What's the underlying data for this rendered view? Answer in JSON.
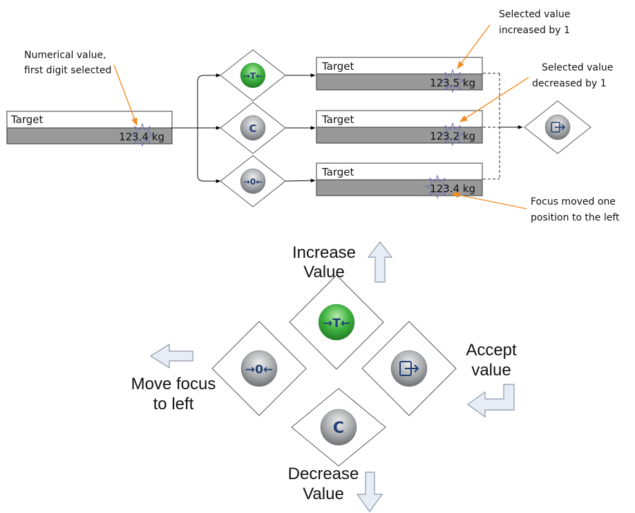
{
  "flow": {
    "start_box": {
      "label": "Target",
      "value": "123.4 kg"
    },
    "result_boxes": [
      {
        "label": "Target",
        "value": "123.5 kg"
      },
      {
        "label": "Target",
        "value": "123.2 kg"
      },
      {
        "label": "Target",
        "value": "123.4 kg"
      }
    ],
    "annotations": {
      "numerical": [
        "Numerical value,",
        "first digit selected"
      ],
      "increased": [
        "Selected value",
        "increased by 1"
      ],
      "decreased": [
        "Selected value",
        "decreased by 1"
      ],
      "focus_moved": [
        "Focus moved one",
        "position to the left"
      ]
    }
  },
  "legend": {
    "increase": [
      "Increase",
      "Value"
    ],
    "decrease": [
      "Decrease",
      "Value"
    ],
    "move_left": [
      "Move focus",
      "to left"
    ],
    "accept": [
      "Accept",
      "value"
    ]
  },
  "keys": {
    "tare_symbol": "→T←",
    "clear_symbol": "C",
    "zero_symbol": "→0←",
    "enter_icon": "enter-icon"
  },
  "colors": {
    "bar_gray": "#999999",
    "tare_green": "#33a533",
    "key_gray": "#8e9194",
    "key_text": "#1f3f73",
    "arrow_orange": "#f28c1e",
    "arrow_fill": "#e6edf5",
    "arrow_stroke": "#8c99a8",
    "starburst": "#6e6fb3"
  }
}
